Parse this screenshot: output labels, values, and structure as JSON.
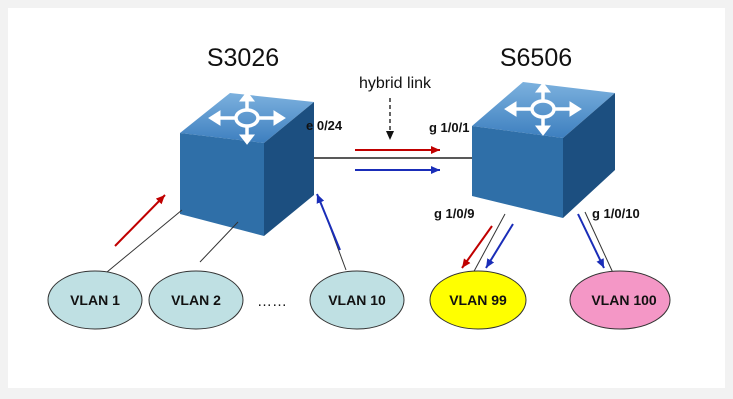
{
  "switches": {
    "left": {
      "name": "S3026",
      "port": "e 0/24"
    },
    "right": {
      "name": "S6506",
      "port_uplink": "g 1/0/1",
      "port_a": "g 1/0/9",
      "port_b": "g 1/0/10"
    }
  },
  "link_label": "hybrid link",
  "vlans": {
    "v1": "VLAN 1",
    "v2": "VLAN 2",
    "ellipsis": "……",
    "v10": "VLAN 10",
    "v99": "VLAN 99",
    "v100": "VLAN 100"
  },
  "colors": {
    "switch_blue": "#2f6fa8",
    "vlan_teal": "#bfe0e3",
    "vlan_yellow": "#ffff00",
    "vlan_pink": "#f497c6",
    "arrow_red": "#c00000",
    "arrow_blue": "#1a2db8"
  }
}
